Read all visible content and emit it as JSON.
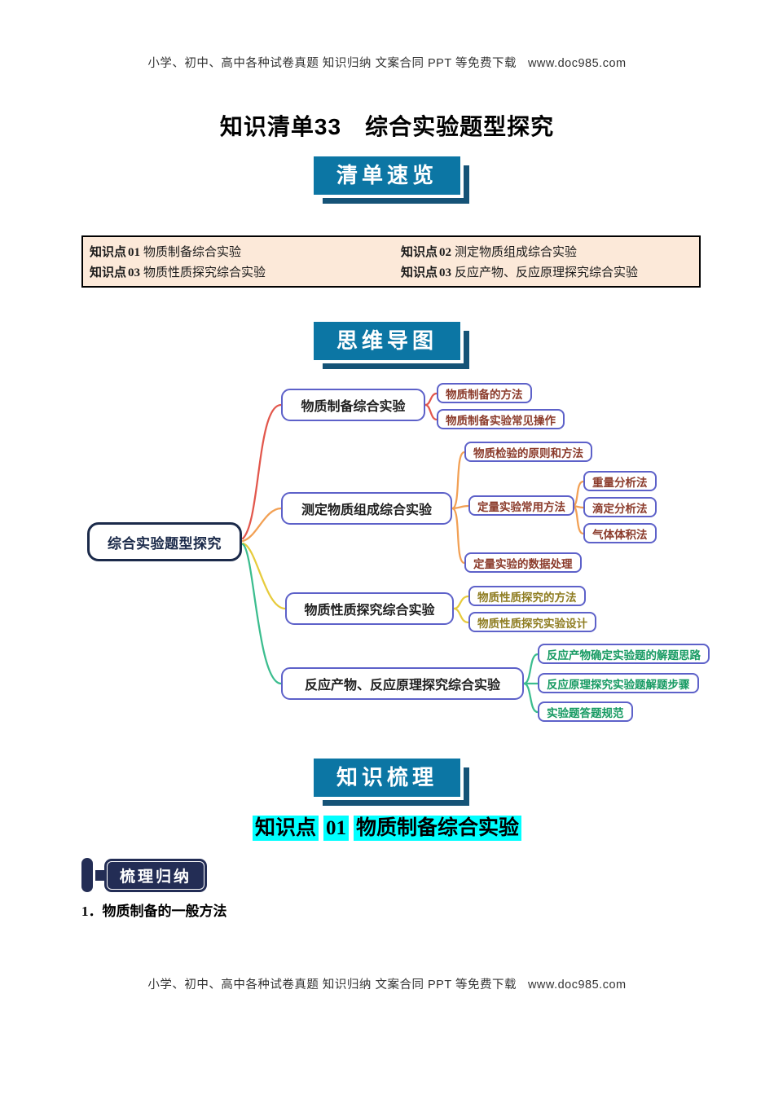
{
  "header": {
    "text": "小学、初中、高中各种试卷真题 知识归纳 文案合同 PPT 等免费下载",
    "url": "www.doc985.com"
  },
  "footer": {
    "text": "小学、初中、高中各种试卷真题 知识归纳 文案合同 PPT 等免费下载",
    "url": "www.doc985.com"
  },
  "title": "知识清单33　综合实验题型探究",
  "banners": {
    "overview": "清单速览",
    "mindmap": "思维导图",
    "knowledge": "知识梳理"
  },
  "points_box": {
    "items": [
      {
        "label": "知识点",
        "num": "01",
        "text": "物质制备综合实验"
      },
      {
        "label": "知识点",
        "num": "02",
        "text": "测定物质组成综合实验"
      },
      {
        "label": "知识点",
        "num": "03",
        "text": "物质性质探究综合实验"
      },
      {
        "label": "知识点",
        "num": "03",
        "text": "反应产物、反应原理探究综合实验"
      }
    ]
  },
  "mindmap": {
    "root": "综合实验题型探究",
    "branches": [
      {
        "text": "物质制备综合实验",
        "color": "#e2574c",
        "children": [
          "物质制备的方法",
          "物质制备实验常见操作"
        ]
      },
      {
        "text": "测定物质组成综合实验",
        "color": "#f2a054",
        "children": [
          "物质检验的原则和方法",
          "定量实验常用方法",
          "定量实验的数据处理"
        ],
        "grandchildren": [
          "重量分析法",
          "滴定分析法",
          "气体体积法"
        ]
      },
      {
        "text": "物质性质探究综合实验",
        "color": "#e7cb3c",
        "children": [
          "物质性质探究的方法",
          "物质性质探究实验设计"
        ]
      },
      {
        "text": "反应产物、反应原理探究综合实验",
        "color": "#3bbd8e",
        "children": [
          "反应产物确定实验题的解题思路",
          "反应原理探究实验题解题步骤",
          "实验题答题规范"
        ]
      }
    ]
  },
  "section": {
    "kp_label": "知识点",
    "kp_num": "01",
    "kp_title": "物质制备综合实验",
    "badge": "梳理归纳",
    "item1": "1．物质制备的一般方法"
  },
  "colors": {
    "banner_bg": "#0c76a4",
    "banner_shadow": "#155377",
    "points_box_bg": "#fce9d9",
    "node_border_purple": "#5d61c9",
    "root_border_navy": "#1b2a4a",
    "highlight_cyan": "#00ffff",
    "branch_red": "#e2574c",
    "branch_orange": "#f2a054",
    "branch_yellow": "#e7cb3c",
    "branch_green": "#3bbd8e",
    "child_text_maroon": "#8b3b2b",
    "child_text_olive": "#8f7d22",
    "child_text_green": "#169a62",
    "badge_bg": "#232d55"
  }
}
